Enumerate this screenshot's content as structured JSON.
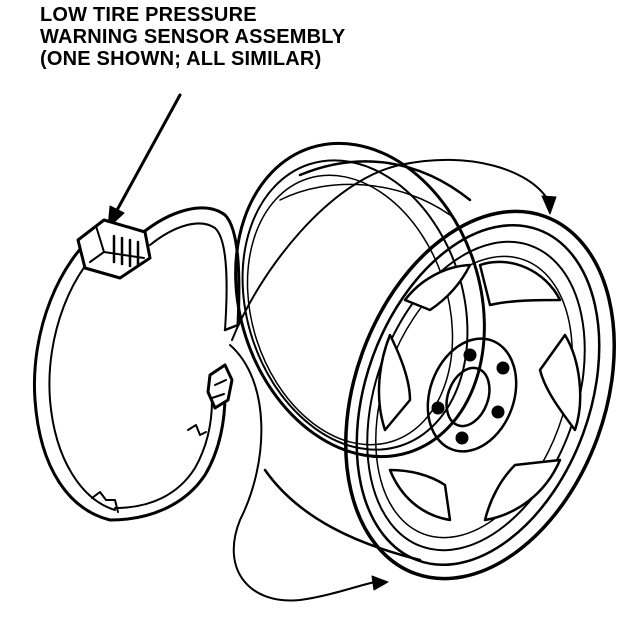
{
  "callout": {
    "line1": "LOW TIRE PRESSURE",
    "line2": "WARNING SENSOR ASSEMBLY",
    "line3": "(ONE SHOWN; ALL SIMILAR)"
  },
  "colors": {
    "ink": "#000000",
    "paper": "#ffffff"
  }
}
